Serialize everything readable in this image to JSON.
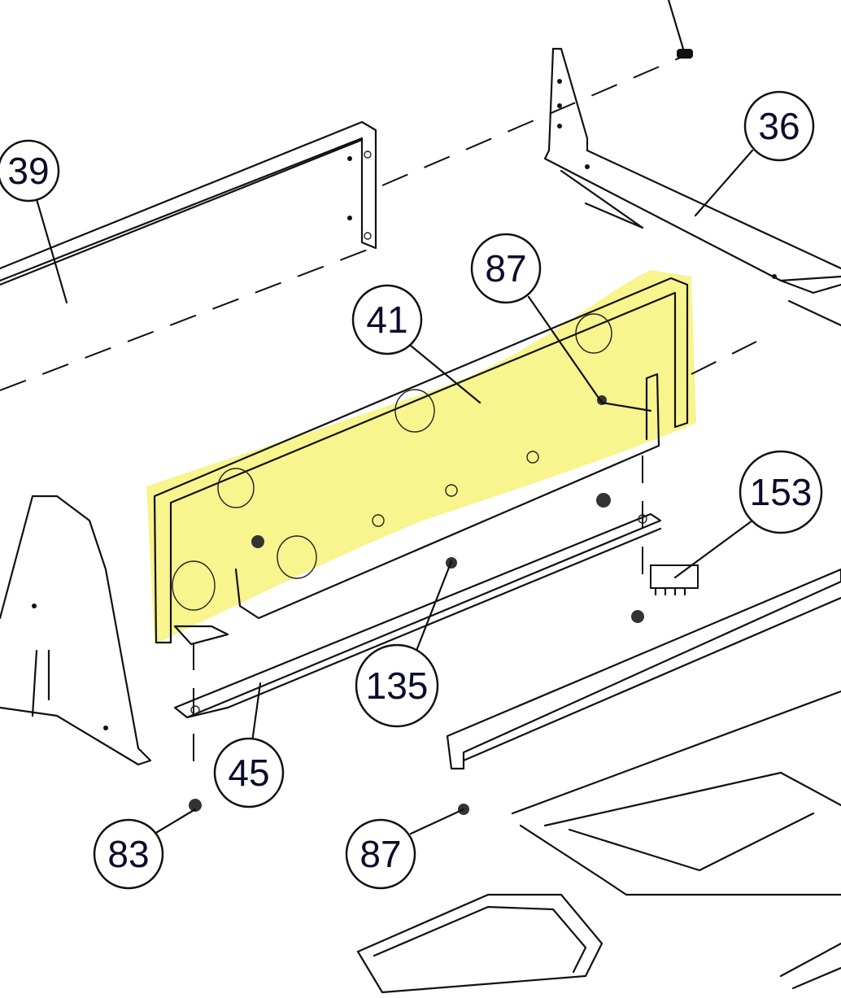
{
  "diagram": {
    "highlight_color": "#f7f27a",
    "callouts": [
      {
        "id": "c39",
        "label": "39"
      },
      {
        "id": "c36",
        "label": "36"
      },
      {
        "id": "c87a",
        "label": "87"
      },
      {
        "id": "c41",
        "label": "41"
      },
      {
        "id": "c153",
        "label": "153"
      },
      {
        "id": "c135",
        "label": "135"
      },
      {
        "id": "c45",
        "label": "45"
      },
      {
        "id": "c83",
        "label": "83"
      },
      {
        "id": "c87b",
        "label": "87"
      }
    ]
  }
}
